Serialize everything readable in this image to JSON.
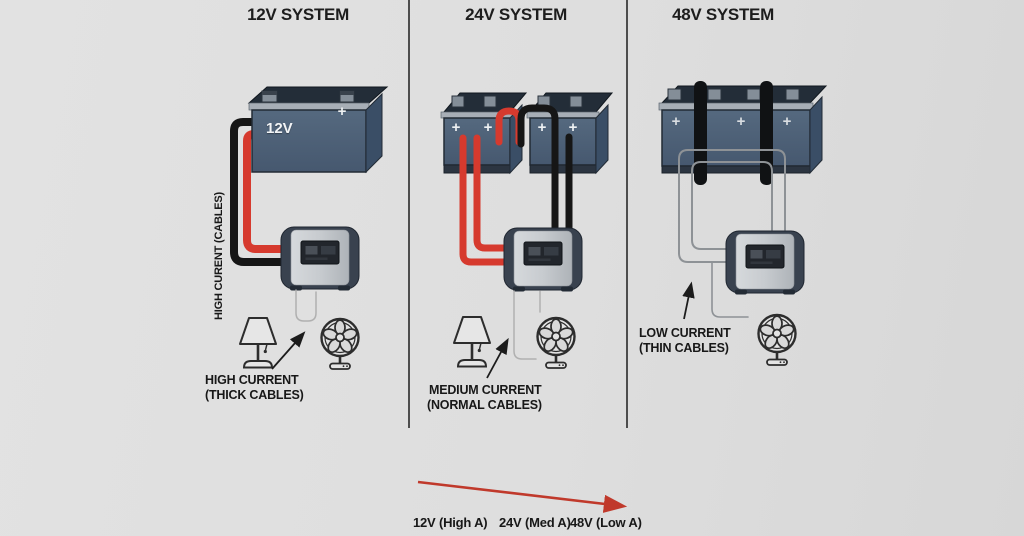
{
  "titles": {
    "v12": "12V SYSTEM",
    "v24": "24V SYSTEM",
    "v48": "48V SYSTEM"
  },
  "battery": {
    "v12_label": "12V",
    "plus": "+"
  },
  "labels": {
    "v12_vertical": "HIGH CURENT (CABLES)",
    "v12_line1": "HIGH CURRENT",
    "v12_line2": "(THICK CABLES)",
    "v24_line1": "MEDIUM CURRENT",
    "v24_line2": "(NORMAL CABLES)",
    "v48_line1": "LOW CURRENT",
    "v48_line2": "(THIN CABLES)"
  },
  "legend": {
    "v12": "12V (High A)",
    "v24": "24V (Med A)",
    "v48": "48V (Low A)"
  },
  "colors": {
    "background": "#dfdfdf",
    "battery_body": "#4e6480",
    "battery_top": "#232d38",
    "cable_red": "#d63a2e",
    "cable_black": "#161616",
    "thin_wire": "#8e9296",
    "loop_wire": "#b0b0b0",
    "inverter_dark": "#39424f",
    "inverter_face": "#c9cdd1",
    "pointer_arrow": "#1c1c1c",
    "trend_arrow_red": "#c0392b",
    "divider": "#4d4d4d",
    "text": "#1c1c1c"
  }
}
